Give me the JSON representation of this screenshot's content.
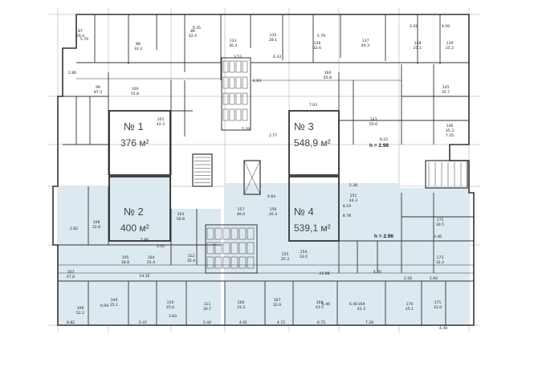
{
  "colors": {
    "wall": "#333333",
    "unit_fill": "#f4f5f7",
    "blue_fill": "#dde9f0",
    "zone_box_stroke": "#222222",
    "grid": "#8a8a8a"
  },
  "zones": [
    {
      "id": "zone-1",
      "number": "№ 1",
      "area": "376 м²",
      "blue": false
    },
    {
      "id": "zone-2",
      "number": "№ 2",
      "area": "400 м²",
      "blue": true
    },
    {
      "id": "zone-3",
      "number": "№ 3",
      "area": "548,9 м²",
      "blue": false
    },
    {
      "id": "zone-4",
      "number": "№ 4",
      "area": "539,1 м²",
      "blue": true
    }
  ],
  "height_marks": [
    "h = 2.98",
    "h = 2.96"
  ],
  "rooms": [
    {
      "no": "87",
      "area": "29.4"
    },
    {
      "no": "88",
      "area": "33.3"
    },
    {
      "no": "89",
      "area": "42.4"
    },
    {
      "no": "133",
      "area": "30.3"
    },
    {
      "no": "135",
      "area": "28.1"
    },
    {
      "no": "136",
      "area": "32.6"
    },
    {
      "no": "137",
      "area": "40.3"
    },
    {
      "no": "138",
      "area": "21.1"
    },
    {
      "no": "139",
      "area": "25.2"
    },
    {
      "no": "99",
      "area": "87.3"
    },
    {
      "no": "100",
      "area": "15.8"
    },
    {
      "no": "101",
      "area": "42.3"
    },
    {
      "no": "143",
      "area": "50.6"
    },
    {
      "no": "145",
      "area": "35.7"
    },
    {
      "no": "146",
      "area": "35.3"
    },
    {
      "no": "157",
      "area": "40.0"
    },
    {
      "no": "156",
      "area": "20.3"
    },
    {
      "no": "151",
      "area": "44.3"
    },
    {
      "no": "103",
      "area": "50.8"
    },
    {
      "no": "104",
      "area": "25.4"
    },
    {
      "no": "105",
      "area": "18.8"
    },
    {
      "no": "106",
      "area": "52.2"
    },
    {
      "no": "109",
      "area": "25.1"
    },
    {
      "no": "110",
      "area": "25.6"
    },
    {
      "no": "111",
      "area": "30.7"
    },
    {
      "no": "166",
      "area": "33.3"
    },
    {
      "no": "167",
      "area": "32.9"
    },
    {
      "no": "168",
      "area": "43.5"
    },
    {
      "no": "169",
      "area": "41.3"
    },
    {
      "no": "170",
      "area": "25.1"
    },
    {
      "no": "171",
      "area": "31.0"
    },
    {
      "no": "172",
      "area": "30.5"
    },
    {
      "no": "173",
      "area": "32.2"
    },
    {
      "no": "155",
      "area": "25.3"
    },
    {
      "no": "154",
      "area": "33.0"
    },
    {
      "no": "107",
      "area": "47.8"
    },
    {
      "no": "108",
      "area": "12.8"
    },
    {
      "no": "112",
      "area": "35.4"
    },
    {
      "no": "160",
      "area": "65.8"
    }
  ],
  "dims": [
    "9.35",
    "5.76",
    "3.42",
    "4.09",
    "5.79",
    "6.33",
    "4.83",
    "7.03",
    "8.22",
    "7.35",
    "5.38",
    "8.19",
    "8.78",
    "4.70",
    "2.56",
    "5.60",
    "22.88",
    "14.35",
    "5.96",
    "5.50",
    "6.94",
    "3.83",
    "5.44",
    "4.91",
    "4.72",
    "6.75",
    "7.39",
    "4.49",
    "8.82",
    "5.47",
    "3.46",
    "2.86",
    "6.40",
    "6.46",
    "3.53",
    "2.82",
    "4.64",
    "5.29",
    "2.77"
  ]
}
